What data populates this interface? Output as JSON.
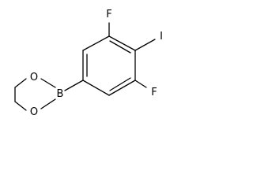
{
  "structure": {
    "atoms": {
      "fluorine_top": "F",
      "iodine": "I",
      "fluorine_bottom": "F",
      "boron": "B",
      "oxygen_top": "O",
      "oxygen_bottom": "O"
    }
  }
}
